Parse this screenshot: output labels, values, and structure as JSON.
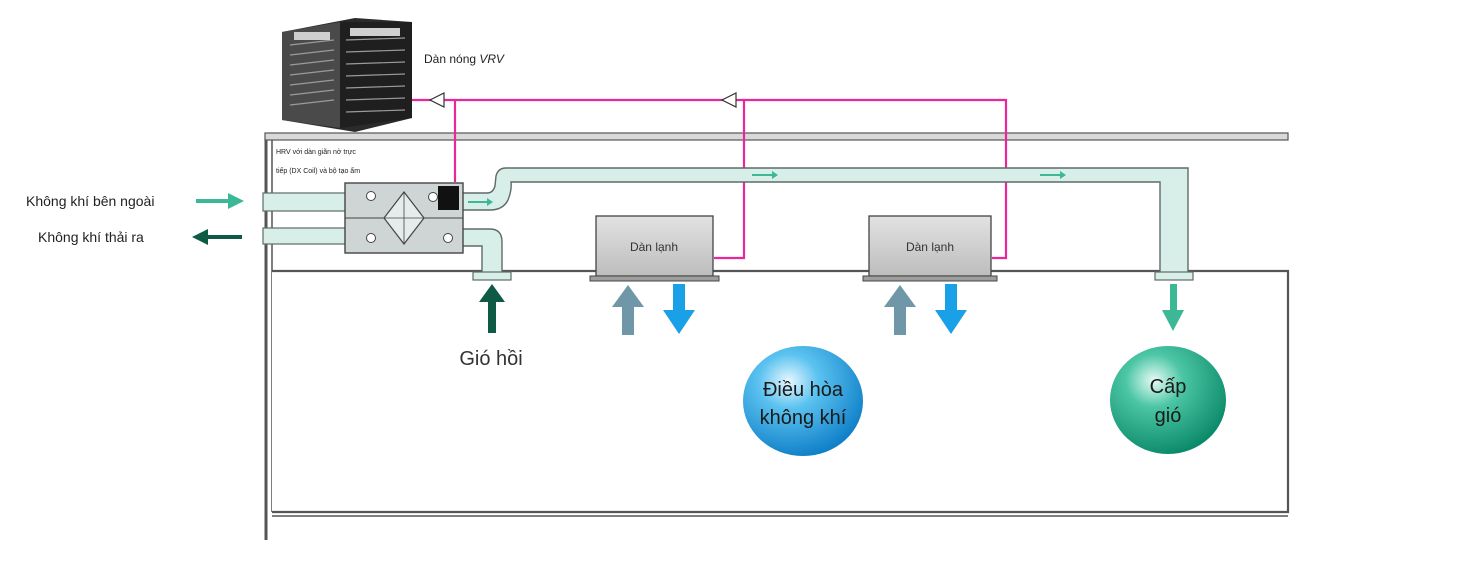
{
  "labels": {
    "outdoor_unit": "Dàn nóng",
    "outdoor_unit_brand": "VRV",
    "hrv_line1": "HRV với dàn giãn nở trực",
    "hrv_line2": "tiếp (DX Coil) và bộ tạo ẩm",
    "outside_air": "Không khí bên ngoài",
    "exhaust_air": "Không khí thải ra",
    "indoor_unit_1": "Dàn lạnh",
    "indoor_unit_2": "Dàn lạnh",
    "return_air": "Gió hồi",
    "ac_bubble_line1": "Điều hòa",
    "ac_bubble_line2": "không khí",
    "supply_bubble_line1": "Cấp",
    "supply_bubble_line2": "gió"
  },
  "colors": {
    "duct_fill": "#d8efe9",
    "duct_stroke": "#5f6b66",
    "refrigerant_pipe": "#e8289a",
    "outside_air_arrow": "#3cb896",
    "exhaust_arrow": "#0f5a45",
    "cool_arrow": "#1aa0e6",
    "warm_arrow": "#6f97a8",
    "ac_bubble": "#1c9fe0",
    "supply_bubble": "#15a886",
    "building_frame": "#555555"
  }
}
